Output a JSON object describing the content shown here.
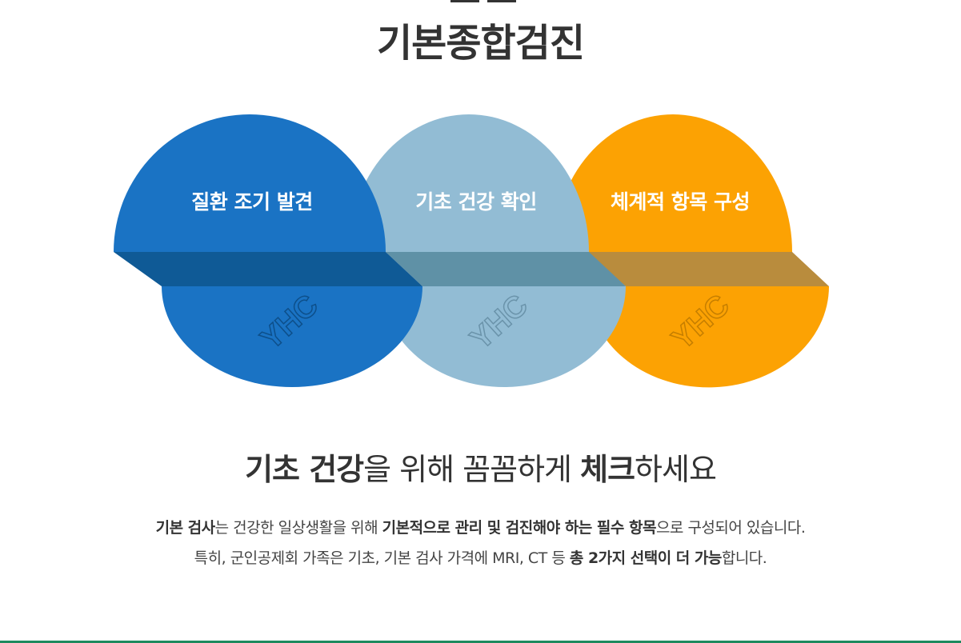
{
  "page": {
    "title": "기본종합검진"
  },
  "circles": [
    {
      "label": "질환 조기 발견",
      "color": "#1a73c4",
      "band_color": "#0f5a96",
      "emboss": "YHC"
    },
    {
      "label": "기초 건강 확인",
      "color": "#92bcd4",
      "band_color": "#5f91a6",
      "emboss": "YHC"
    },
    {
      "label": "체계적 항목 구성",
      "color": "#fca203",
      "band_color": "#b98c3d",
      "emboss": "YHC"
    }
  ],
  "tagline": {
    "part1_bold": "기초 건강",
    "part2": "을 위해 꼼꼼하게 ",
    "part3_bold": "체크",
    "part4": "하세요"
  },
  "description": {
    "line1": {
      "a_bold": "기본 검사",
      "b": "는 건강한 일상생활을 위해 ",
      "c_bold": "기본적으로 관리 및 검진해야 하는 필수 항목",
      "d": "으로 구성되어 있습니다."
    },
    "line2": {
      "a": "특히, 군인공제회 가족은 기초, 기본 검사 가격에 MRI, CT 등 ",
      "b_bold": "총 2가지 선택이 더 가능",
      "c": "합니다."
    }
  },
  "colors": {
    "title": "#333333",
    "bottom_line": "#1d8a5e"
  }
}
